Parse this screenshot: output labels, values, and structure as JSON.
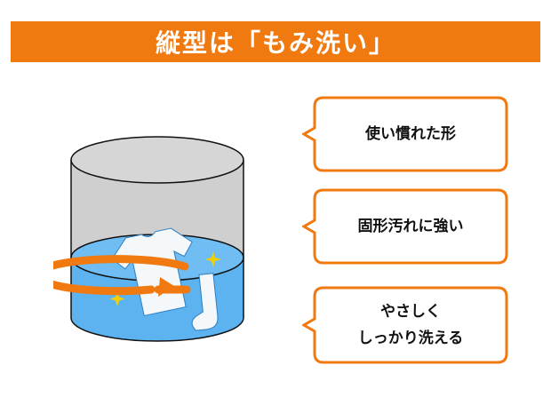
{
  "title": "縦型は「もみ洗い」",
  "callouts": [
    {
      "lines": [
        "使い慣れた形"
      ]
    },
    {
      "lines": [
        "固形汚れに強い"
      ]
    },
    {
      "lines": [
        "やさしく",
        "しっかり洗える"
      ]
    }
  ],
  "colors": {
    "accent": "#f07a10",
    "water": "#5cb3f0",
    "drum": "#cfcfcf",
    "text": "#111111"
  },
  "icons": [
    "washing-drum-icon",
    "tshirt-icon",
    "sock-icon",
    "rotation-arrow-icon",
    "sparkle-icon"
  ]
}
